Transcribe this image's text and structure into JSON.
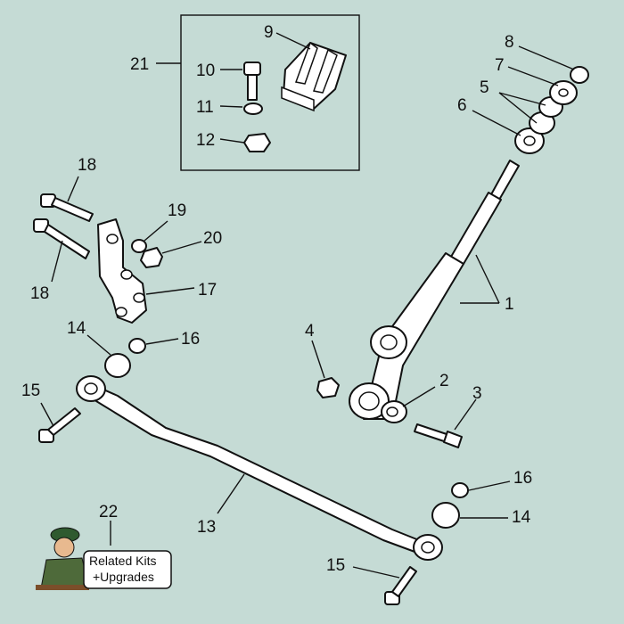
{
  "callouts": {
    "p1": "1",
    "p2": "2",
    "p3": "3",
    "p4": "4",
    "p5": "5",
    "p6": "6",
    "p7": "7",
    "p8": "8",
    "p9": "9",
    "p10": "10",
    "p11": "11",
    "p12": "12",
    "p13": "13",
    "p14a": "14",
    "p14b": "14",
    "p15a": "15",
    "p15b": "15",
    "p16a": "16",
    "p16b": "16",
    "p17": "17",
    "p18a": "18",
    "p18b": "18",
    "p19": "19",
    "p20": "20",
    "p21": "21",
    "p22": "22"
  },
  "related_badge": {
    "line1": "Related Kits",
    "line2": "+Upgrades"
  },
  "colors": {
    "background": "#c5dbd5",
    "line": "#111111",
    "part_fill": "#ffffff"
  }
}
